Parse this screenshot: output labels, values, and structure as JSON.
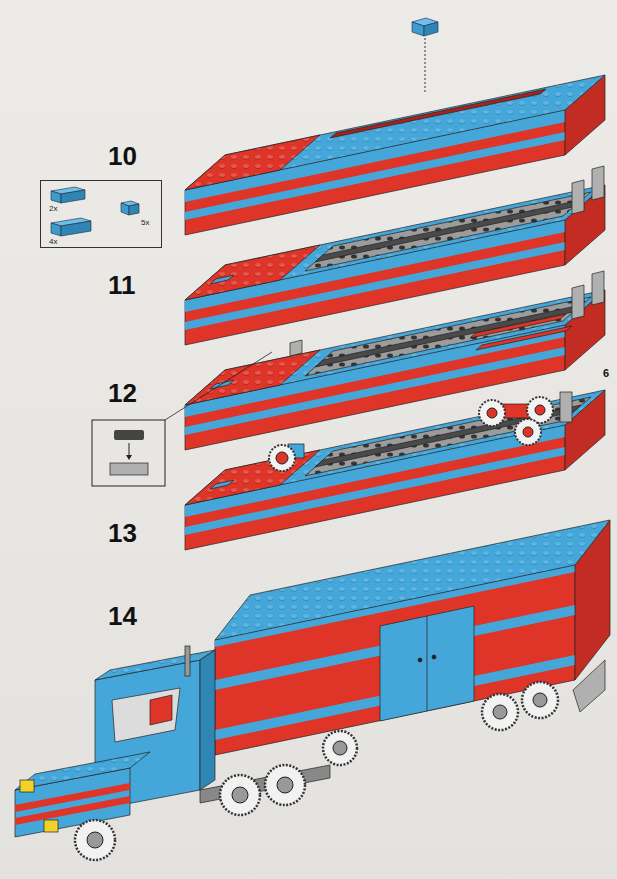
{
  "diagram": {
    "nodes": [
      {
        "text": [
          "2x",
          "5x",
          "4x"
        ]
      }
    ],
    "labels": [
      "10",
      "11",
      "12",
      "13",
      "14",
      "6"
    ]
  }
}
